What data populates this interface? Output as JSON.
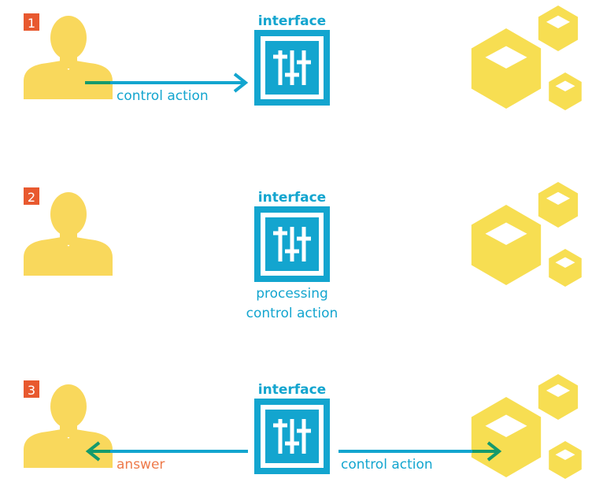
{
  "colors": {
    "badge": "#e8592f",
    "person": "#f9d85c",
    "interface": "#13a5cf",
    "arrow_out": "#159a6c",
    "answer": "#ee7a4a",
    "cubes": "#f7de52"
  },
  "steps": [
    {
      "badge": "1",
      "interface_label": "interface",
      "labels": [
        "control action"
      ]
    },
    {
      "badge": "2",
      "interface_label": "interface",
      "labels": [
        "processing",
        "control action"
      ]
    },
    {
      "badge": "3",
      "interface_label": "interface",
      "labels": [
        "answer",
        "control action"
      ]
    }
  ],
  "icons": {
    "person": "user-silhouette-icon",
    "interface": "equalizer-sliders-icon",
    "system": "hexagon-cubes-icon"
  }
}
